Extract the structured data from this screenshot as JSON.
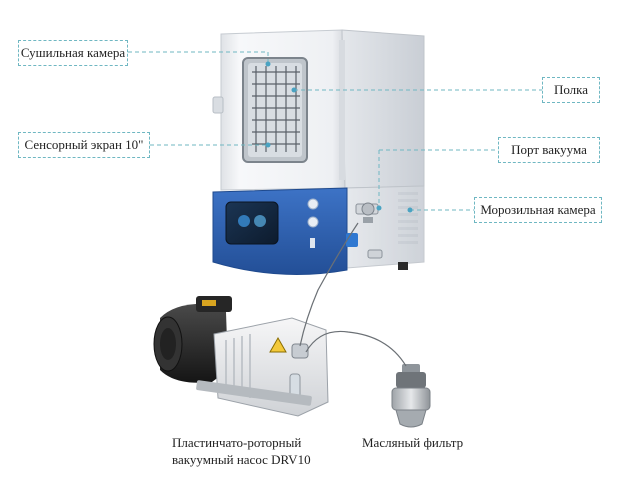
{
  "labels": {
    "drying_chamber": "Сушильная камера",
    "touch_screen": "Сенсорный экран 10\"",
    "shelf": "Полка",
    "vacuum_port": "Порт вакуума",
    "freezer_chamber": "Морозильная камера",
    "pump_line1": "Пластинчато-роторный",
    "pump_line2": "вакуумный насос DRV10",
    "oil_filter": "Масляный фильтр"
  },
  "colors": {
    "callout_border": "#6fb7c2",
    "leader_line": "#6fb7c2",
    "cabinet_body": "#f2f3f5",
    "cabinet_blue": "#2f64b8",
    "pump_body": "#e9eaec",
    "pump_motor": "#2b2b2b"
  },
  "icons": [
    "fan-grille-icon",
    "control-knob-icon",
    "touch-screen-icon"
  ]
}
